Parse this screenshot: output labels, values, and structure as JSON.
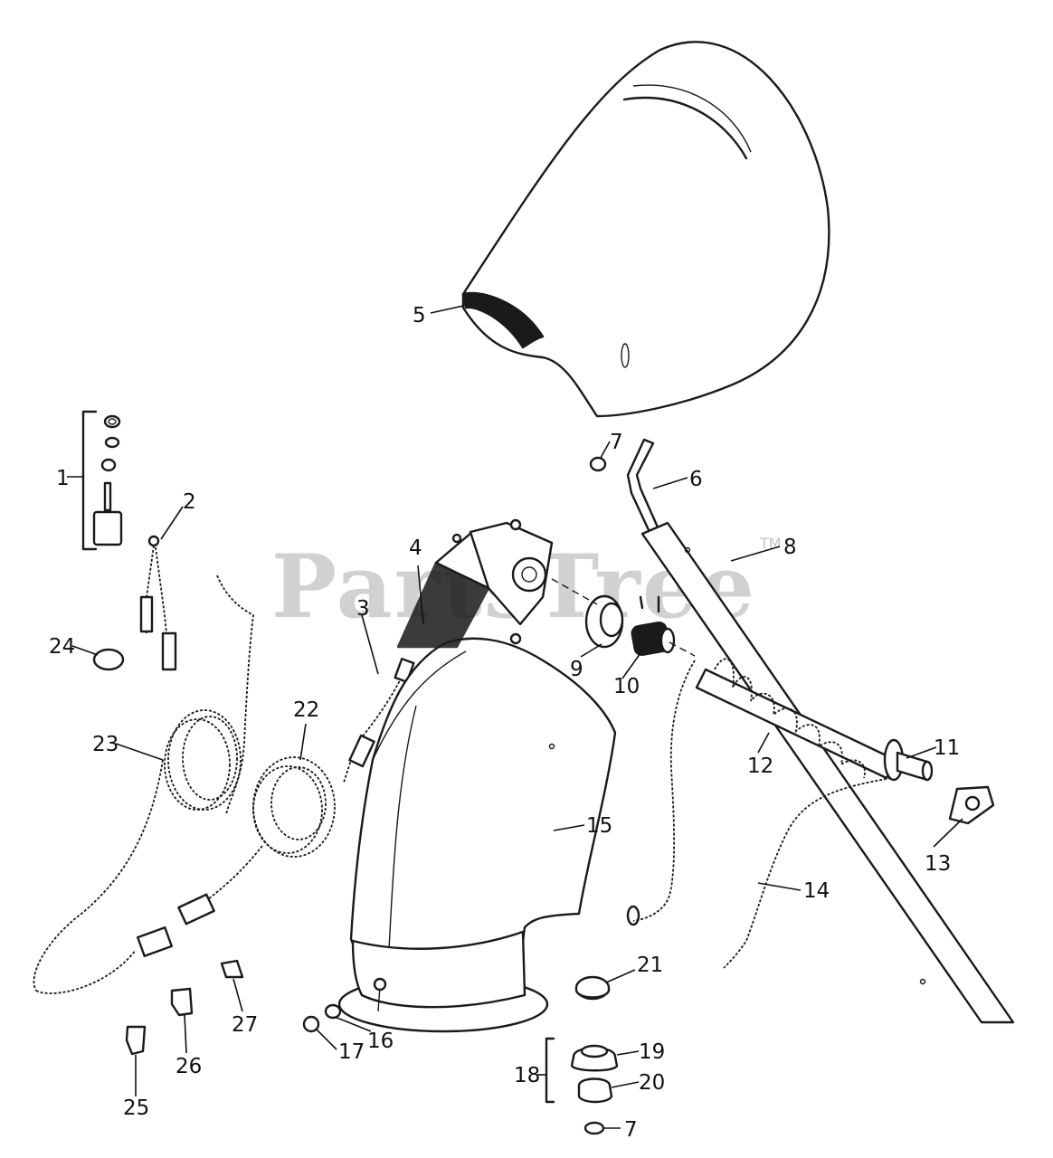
{
  "watermark": {
    "brand": "PartsTree",
    "trademark": "TM"
  },
  "callouts": {
    "c1": "1",
    "c2": "2",
    "c3": "3",
    "c4": "4",
    "c5": "5",
    "c6": "6",
    "c7a": "7",
    "c7b": "7",
    "c8": "8",
    "c9": "9",
    "c10": "10",
    "c11": "11",
    "c12": "12",
    "c13": "13",
    "c14": "14",
    "c15": "15",
    "c16": "16",
    "c17": "17",
    "c18": "18",
    "c19": "19",
    "c20": "20",
    "c21": "21",
    "c22": "22",
    "c23": "23",
    "c24": "24",
    "c25": "25",
    "c26": "26",
    "c27": "27"
  }
}
